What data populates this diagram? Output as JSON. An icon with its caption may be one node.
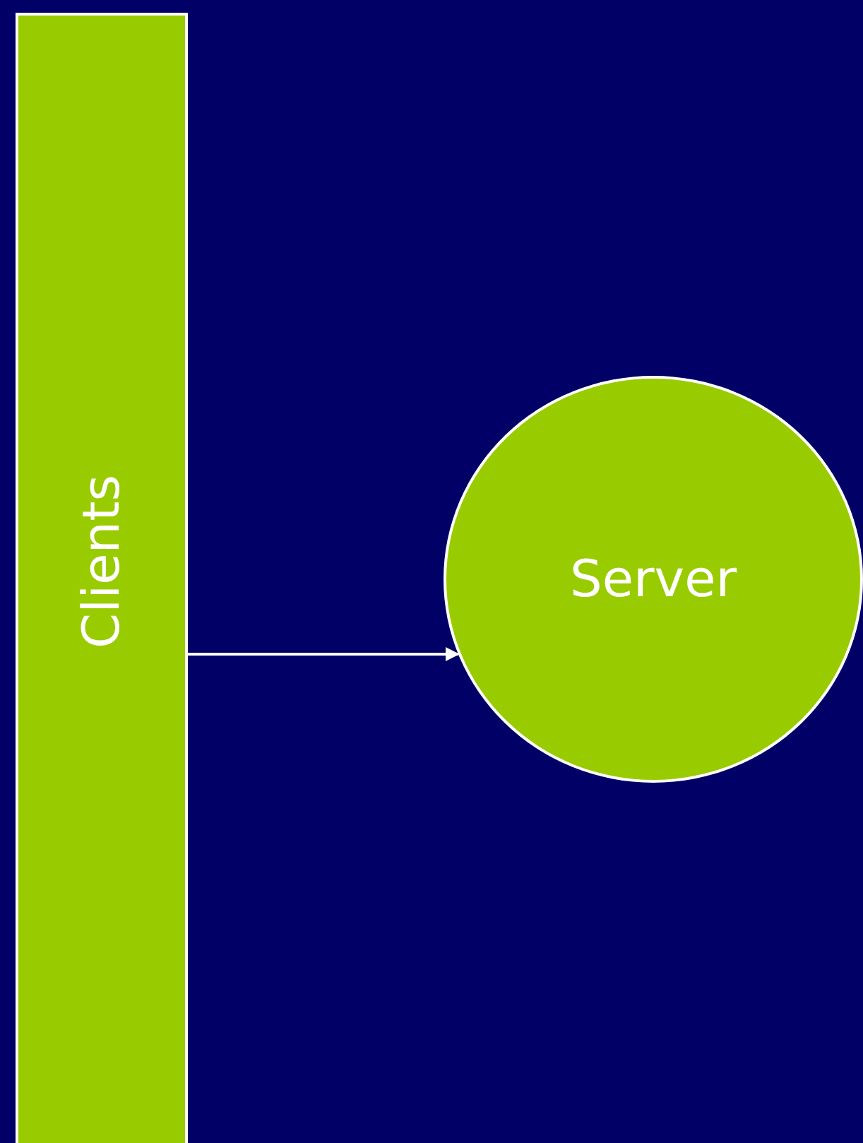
{
  "diagram": {
    "nodes": [
      {
        "text": [
          "Clients"
        ]
      },
      {
        "text": [
          "Server"
        ]
      }
    ],
    "edges": [
      {
        "from": 0,
        "to": 1,
        "arrow": "to"
      }
    ]
  }
}
